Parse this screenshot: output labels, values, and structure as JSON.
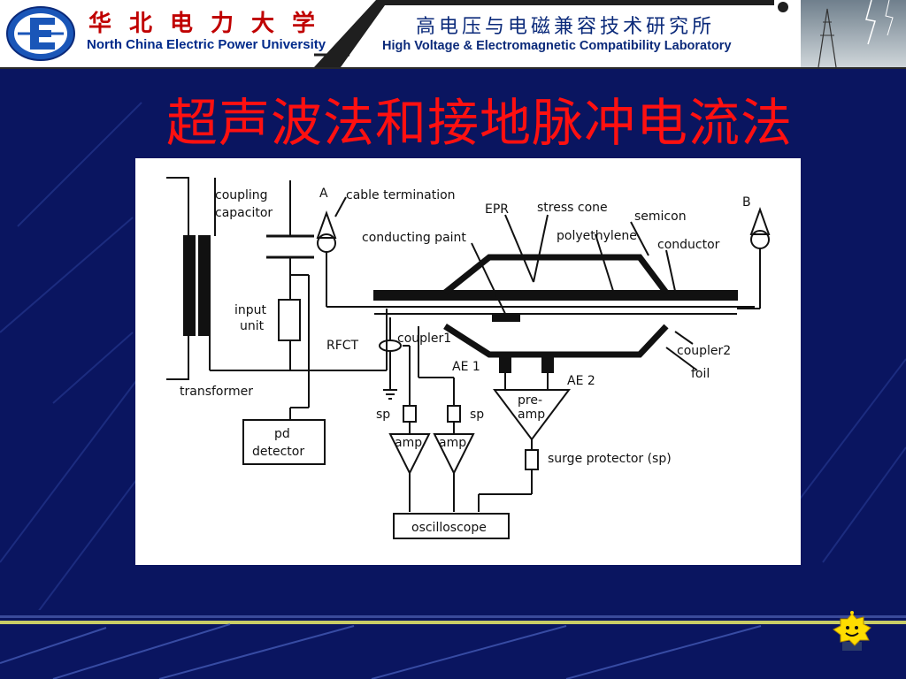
{
  "header": {
    "university_cn": "华北电力大学",
    "university_en": "North China Electric Power University",
    "lab_cn": "高电压与电磁兼容技术研究所",
    "lab_en": "High Voltage & Electromagnetic Compatibility Laboratory"
  },
  "slide": {
    "title": "超声波法和接地脉冲电流法"
  },
  "diagram": {
    "labels": {
      "coupling_capacitor_1": "coupling",
      "coupling_capacitor_2": "capacitor",
      "point_a": "A",
      "cable_termination": "cable termination",
      "epr": "EPR",
      "stress_cone": "stress cone",
      "semicon": "semicon",
      "point_b": "B",
      "conducting_paint": "conducting paint",
      "polyethylene": "polyethylene",
      "conductor": "conductor",
      "input_unit_1": "input",
      "input_unit_2": "unit",
      "rfct": "RFCT",
      "coupler1": "coupler1",
      "coupler2": "coupler2",
      "ae1": "AE 1",
      "ae2": "AE 2",
      "foil": "foil",
      "transformer": "transformer",
      "pre_amp_1": "pre-",
      "pre_amp_2": "amp",
      "sp_left": "sp",
      "sp_right": "sp",
      "amp_left": "amp",
      "amp_right": "amp",
      "pd_detector_1": "pd",
      "pd_detector_2": "detector",
      "surge_protector": "surge protector (sp)",
      "oscilloscope": "oscilloscope"
    }
  },
  "icons": [
    "ncepu-logo-icon",
    "lightning-photo",
    "smiley-mascot-icon"
  ],
  "colors": {
    "background": "#0a1560",
    "title": "#ff1010",
    "header_text": "#0b2a7a"
  }
}
